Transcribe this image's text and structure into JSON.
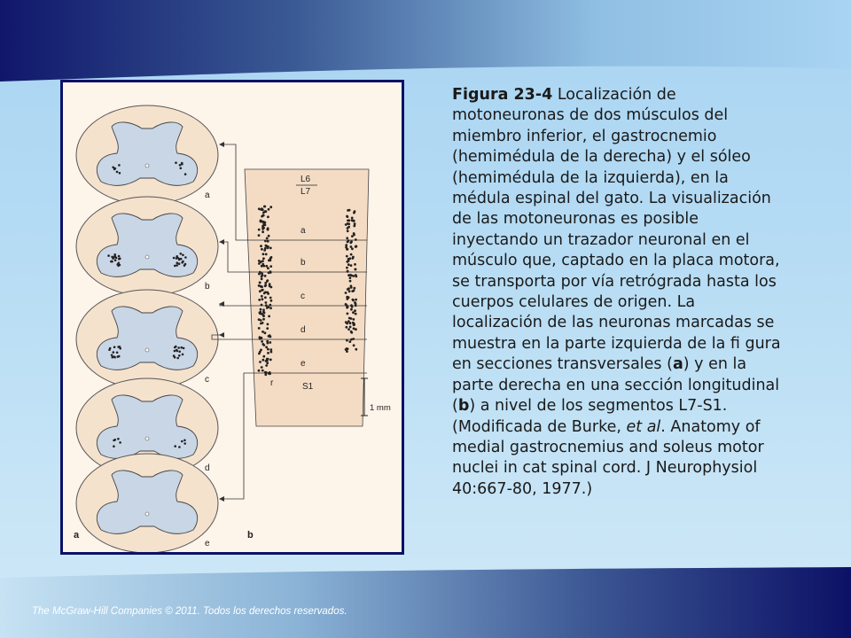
{
  "caption": {
    "figure_label": "Figura 23-4",
    "text": " Localización de motoneuronas de dos músculos del miembro inferior, el gastrocnemio (hemimédula de la derecha) y el sóleo (hemimédula de la izquierda), en la médula espinal del gato. La visualización de las motoneuronas es posible inyectando un trazador neuronal en el músculo que, captado en la placa motora, se transporta por vía retrógrada hasta los cuerpos celulares de origen. La localización de las neuronas marcadas se muestra en la parte izquierda de la fi gura en secciones transversales (",
    "bold_a": "a",
    "text_mid": ") y en la parte derecha en una sección longitudinal (",
    "bold_b": "b",
    "text_mid2": ") a nivel de los segmentos L7-S1. (Modificada de Burke, ",
    "et_al": "et al",
    "text_end": ". Anatomy of medial gastrocnemius and soleus motor nuclei in cat spinal cord. J Neurophysiol 40:667-80, 1977.)"
  },
  "figure": {
    "section_labels": [
      "a",
      "b",
      "c",
      "d",
      "e"
    ],
    "level_labels": [
      "a",
      "b",
      "c",
      "d",
      "e"
    ],
    "segment_L6": "L6",
    "segment_L7": "L7",
    "segment_S1": "S1",
    "scale_label": "1 mm",
    "panel_a": "a",
    "panel_b": "b",
    "marker_r": "r"
  },
  "footer": {
    "copyright": "The McGraw-Hill Companies © 2011. Todos los derechos reservados."
  },
  "colors": {
    "dark_navy": "#0c1166",
    "section_fill": "#f5e2cd",
    "gray_matter": "#c9d6e6",
    "column_fill": "#f4dcc4"
  }
}
